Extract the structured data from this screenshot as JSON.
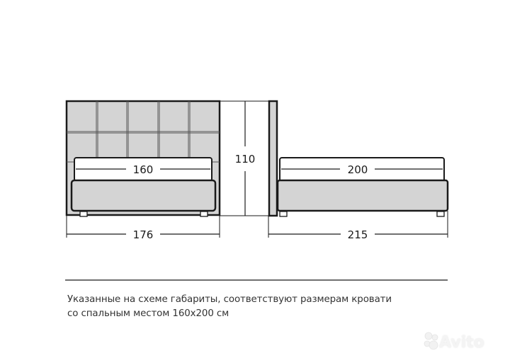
{
  "diagram": {
    "front_view": {
      "total_width_label": "176",
      "sleeping_width_label": "160"
    },
    "side_view": {
      "total_length_label": "215",
      "sleeping_length_label": "200",
      "height_label": "110"
    },
    "colors": {
      "fill": "#d4d4d4",
      "outline": "#1a1a1a",
      "mattress": "#ffffff",
      "background": "#ffffff"
    }
  },
  "caption": {
    "line1": "Указанные на схеме габариты, соответствуют размерам кровати",
    "line2": "со спальным местом 160x200 см"
  },
  "watermark": {
    "text": "Avito"
  }
}
